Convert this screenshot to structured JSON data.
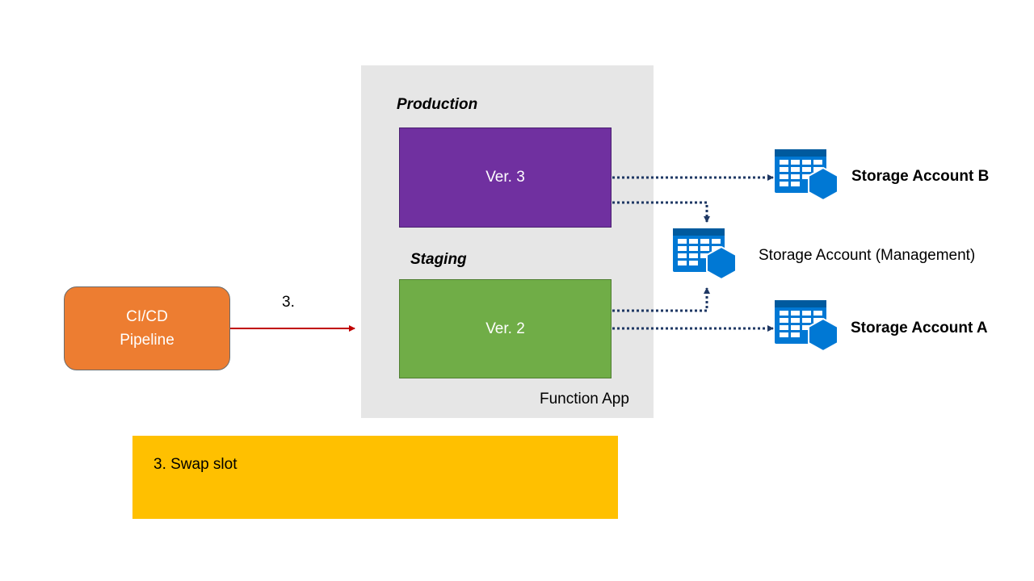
{
  "function_app": {
    "label": "Function App",
    "production": {
      "title": "Production",
      "version": "Ver. 3"
    },
    "staging": {
      "title": "Staging",
      "version": "Ver. 2"
    }
  },
  "pipeline": {
    "line1": "CI/CD",
    "line2": "Pipeline"
  },
  "step_label": "3.",
  "storage": {
    "account_b": "Storage Account B",
    "management": "Storage Account (Management)",
    "account_a": "Storage Account A",
    "icon": "storage-table-icon",
    "icon_color": "#0078d4"
  },
  "note": "3. Swap slot",
  "colors": {
    "production": "#7030a0",
    "staging": "#70ad47",
    "pipeline": "#ed7d31",
    "note": "#ffc000",
    "arrow": "#c00000",
    "connector": "#1f3864"
  }
}
